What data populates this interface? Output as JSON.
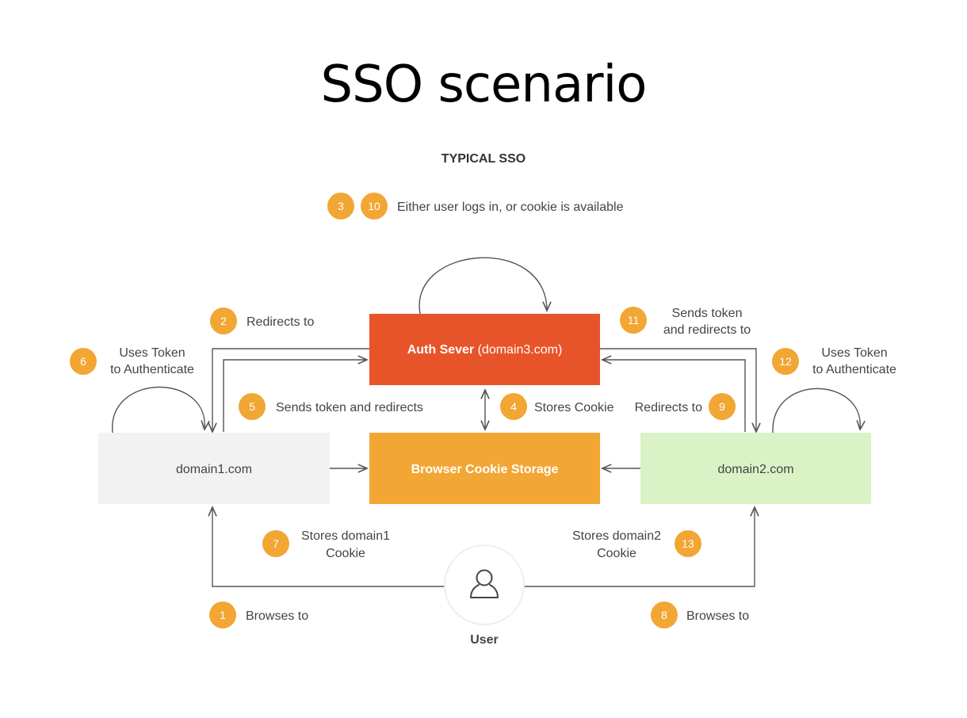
{
  "title": "SSO scenario",
  "diagram": {
    "heading": "TYPICAL SSO",
    "colors": {
      "badge": "#f2a634",
      "auth_box": "#e8542a",
      "storage_box": "#f2a634",
      "domain1_box": "#f2f2f2",
      "domain2_box": "#daf3c6"
    },
    "nodes": {
      "auth_server": {
        "label_bold": "Auth Sever",
        "label_rest": " (domain3.com)"
      },
      "cookie_storage": {
        "label": "Browser Cookie Storage"
      },
      "domain1": {
        "label": "domain1.com"
      },
      "domain2": {
        "label": "domain2.com"
      },
      "user": {
        "label": "User",
        "icon": "user-icon"
      }
    },
    "steps": {
      "s3": {
        "num": "3"
      },
      "s10": {
        "num": "10",
        "text": "Either user logs in, or cookie is available"
      },
      "s2": {
        "num": "2",
        "text": "Redirects to"
      },
      "s11": {
        "num": "11",
        "line1": "Sends token",
        "line2": "and redirects to"
      },
      "s6": {
        "num": "6",
        "line1": "Uses Token",
        "line2": "to Authenticate"
      },
      "s12": {
        "num": "12",
        "line1": "Uses Token",
        "line2": "to Authenticate"
      },
      "s5": {
        "num": "5",
        "text": "Sends token and redirects"
      },
      "s4": {
        "num": "4",
        "text": "Stores Cookie"
      },
      "s9": {
        "num": "9",
        "text": "Redirects to"
      },
      "s7": {
        "num": "7",
        "line1": "Stores domain1",
        "line2": "Cookie"
      },
      "s13": {
        "num": "13",
        "line1": "Stores domain2",
        "line2": "Cookie"
      },
      "s1": {
        "num": "1",
        "text": "Browses to"
      },
      "s8": {
        "num": "8",
        "text": "Browses to"
      }
    }
  }
}
